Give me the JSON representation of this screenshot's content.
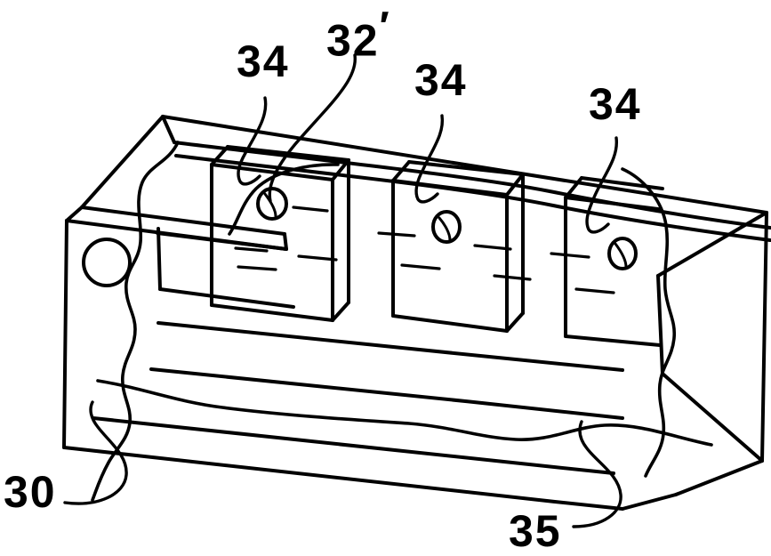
{
  "figure": {
    "type": "patent-line-drawing",
    "description": "Perspective line drawing of an elongated machine body with three upright blocks on its top surface",
    "stroke_color": "#000000",
    "background_color": "#ffffff",
    "reference_numerals": [
      {
        "id": "30",
        "text": "30",
        "meaning": "main body",
        "position": "bottom-left"
      },
      {
        "id": "34a",
        "text": "34",
        "meaning": "upright block (first)",
        "position": "top-left"
      },
      {
        "id": "32p",
        "text": "32′",
        "meaning": "bore / hole in first block",
        "position": "top-center-left"
      },
      {
        "id": "34b",
        "text": "34",
        "meaning": "upright block (second)",
        "position": "top-center"
      },
      {
        "id": "34c",
        "text": "34",
        "meaning": "upright block (third)",
        "position": "top-right"
      },
      {
        "id": "35",
        "text": "35",
        "meaning": "base / lower rail",
        "position": "bottom-right"
      }
    ]
  },
  "labels": {
    "n30": "30",
    "n34a": "34",
    "n32prime_num": "32",
    "n32prime_mark": "′",
    "n34b": "34",
    "n34c": "34",
    "n35": "35"
  }
}
